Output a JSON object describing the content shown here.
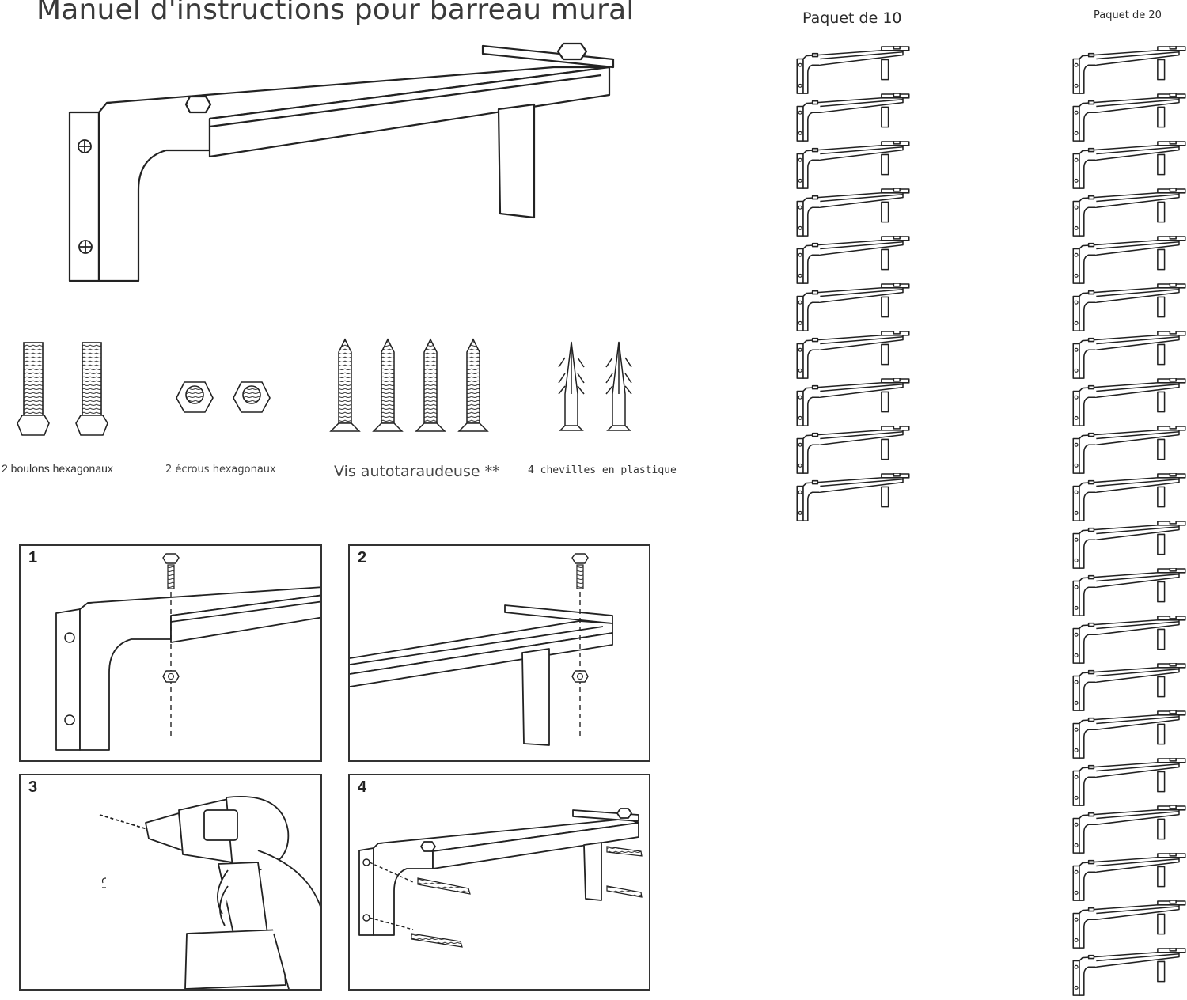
{
  "title": "Manuel d'instructions pour barreau mural",
  "packs": {
    "pack10": {
      "title": "Paquet de 10",
      "count": 10
    },
    "pack20": {
      "title": "Paquet de 20",
      "count": 20
    }
  },
  "hardware": {
    "bolts": "2 boulons hexagonaux",
    "nuts": "2 écrous hexagonaux",
    "screws": "Vis autotaraudeuse **",
    "anchors": "4 chevilles en plastique"
  },
  "steps": [
    {
      "number": "1"
    },
    {
      "number": "2"
    },
    {
      "number": "3"
    },
    {
      "number": "4"
    }
  ]
}
